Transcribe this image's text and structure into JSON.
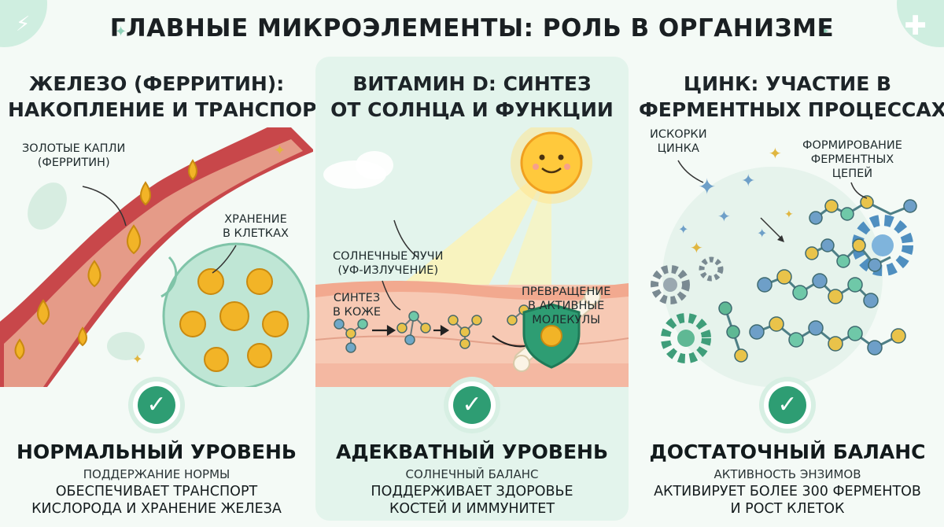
{
  "title": "ГЛАВНЫЕ МИКРОЭЛЕМЕНТЫ: РОЛЬ В ОРГАНИЗМЕ",
  "colors": {
    "accent_green": "#2e9d73",
    "panel_highlight": "#e3f4ec",
    "vessel_red": "#c8474a",
    "ferritin_gold": "#f2b427",
    "sun_yellow": "#ffc93c",
    "zinc_blue": "#6e9fc8"
  },
  "icons": {
    "top_left": "lightning-icon",
    "top_right": "plus-icon",
    "badge": "check-icon"
  },
  "panels": [
    {
      "title_lines": [
        "ЖЕЛЕЗО (ФЕРРИТИН):",
        "НАКОПЛЕНИЕ И ТРАНСПОРТ"
      ],
      "labels": {
        "a": [
          "ЗОЛОТЫЕ КАПЛИ",
          "(ФЕРРИТИН)"
        ],
        "b": [
          "ХРАНЕНИЕ",
          "В КЛЕТКАХ"
        ]
      },
      "level": "НОРМАЛЬНЫЙ УРОВЕНЬ",
      "sub": "ПОДДЕРЖАНИЕ НОРМЫ",
      "desc_lines": [
        "ОБЕСПЕЧИВАЕТ ТРАНСПОРТ",
        "КИСЛОРОДА И ХРАНЕНИЕ ЖЕЛЕЗА"
      ]
    },
    {
      "title_lines": [
        "ВИТАМИН D: СИНТЕЗ",
        "ОТ СОЛНЦА И ФУНКЦИИ"
      ],
      "labels": {
        "a": [
          "СОЛНЕЧНЫЕ ЛУЧИ",
          "(УФ-ИЗЛУЧЕНИЕ)"
        ],
        "b": [
          "СИНТЕЗ",
          "В КОЖЕ"
        ],
        "c": [
          "ПРЕВРАЩЕНИЕ",
          "В АКТИВНЫЕ",
          "МОЛЕКУЛЫ"
        ]
      },
      "level": "АДЕКВАТНЫЙ УРОВЕНЬ",
      "sub": "СОЛНЕЧНЫЙ БАЛАНС",
      "desc_lines": [
        "ПОДДЕРЖИВАЕТ ЗДОРОВЬЕ",
        "КОСТЕЙ И ИММУНИТЕТ"
      ]
    },
    {
      "title_lines": [
        "ЦИНК: УЧАСТИЕ В",
        "ФЕРМЕНТНЫХ ПРОЦЕССАХ"
      ],
      "labels": {
        "a": [
          "ИСКОРКИ",
          "ЦИНКА"
        ],
        "b": [
          "ФОРМИРОВАНИЕ",
          "ФЕРМЕНТНЫХ",
          "ЦЕПЕЙ"
        ]
      },
      "level": "ДОСТАТОЧНЫЙ БАЛАНС",
      "sub": "АКТИВНОСТЬ ЭНЗИМОВ",
      "desc_lines": [
        "АКТИВИРУЕТ БОЛЕЕ 300 ФЕРМЕНТОВ",
        "И РОСТ КЛЕТОК"
      ]
    }
  ]
}
